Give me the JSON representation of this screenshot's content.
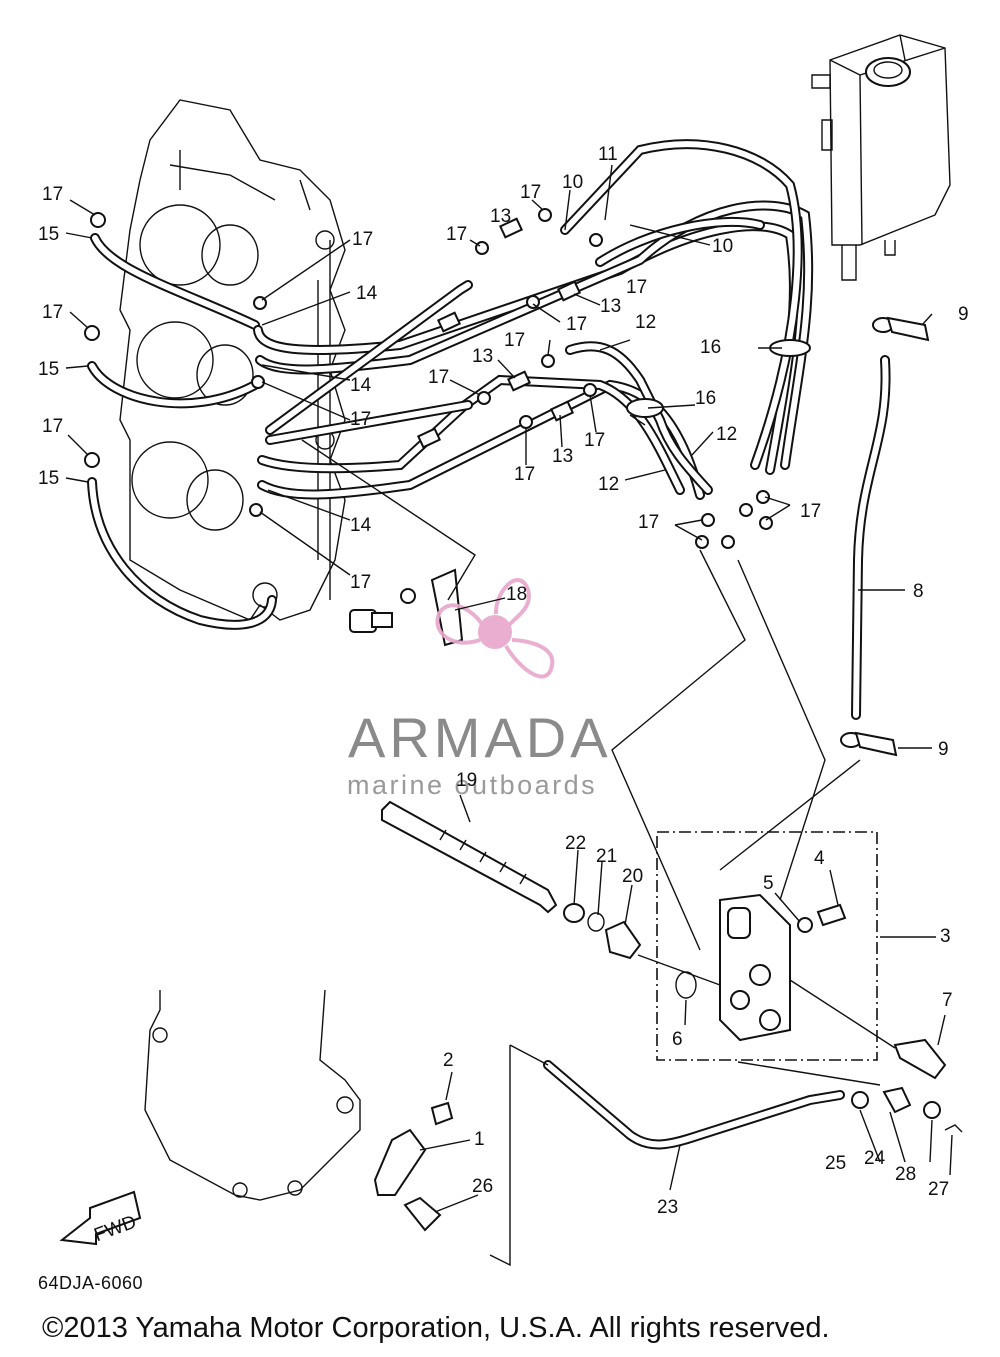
{
  "diagram": {
    "drawing_code": "64DJA-6060",
    "copyright": "©2013 Yamaha Motor Corporation, U.S.A. All rights reserved.",
    "watermark": {
      "name": "ARMADA",
      "subtitle": "marine outboards",
      "color": "#e8a7cc"
    },
    "callouts": {
      "c1": "1",
      "c2": "2",
      "c3": "3",
      "c4": "4",
      "c5": "5",
      "c6": "6",
      "c7": "7",
      "c8": "8",
      "c9a": "9",
      "c9b": "9",
      "c10a": "10",
      "c10b": "10",
      "c11": "11",
      "c12a": "12",
      "c12b": "12",
      "c12c": "12",
      "c13a": "13",
      "c13b": "13",
      "c13c": "13",
      "c13d": "13",
      "c14a": "14",
      "c14b": "14",
      "c14c": "14",
      "c15a": "15",
      "c15b": "15",
      "c15c": "15",
      "c16a": "16",
      "c16b": "16",
      "c17a": "17",
      "c17b": "17",
      "c17c": "17",
      "c17d": "17",
      "c17e": "17",
      "c17f": "17",
      "c17g": "17",
      "c17h": "17",
      "c17i": "17",
      "c17j": "17",
      "c17k": "17",
      "c17l": "17",
      "c17m": "17",
      "c17n": "17",
      "c17o": "17",
      "c17p": "17",
      "c18": "18",
      "c19": "19",
      "c20": "20",
      "c21": "21",
      "c22": "22",
      "c23": "23",
      "c24": "24",
      "c25": "25",
      "c26": "26",
      "c27": "27",
      "c28": "28"
    },
    "fwd_label": "FWD"
  }
}
